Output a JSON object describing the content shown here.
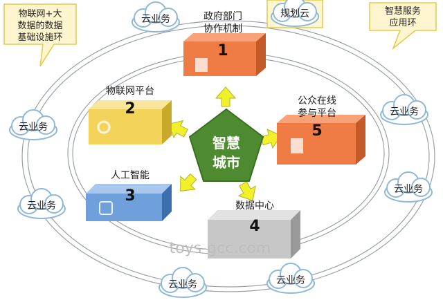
{
  "center": {
    "line1": "智慧",
    "line2": "城市"
  },
  "callouts": {
    "left": {
      "line1": "物联网+大",
      "line2": "数据的数据",
      "line3": "基础设施环"
    },
    "planning": "规划云",
    "right": {
      "line1": "智慧服务",
      "line2": "应用环"
    }
  },
  "cloud_label": "云业务",
  "modules": {
    "gov": {
      "title1": "政府部门",
      "title2": "协作机制",
      "num": "1",
      "color": "#f07c45"
    },
    "iot": {
      "title1": "物联网平台",
      "num": "2",
      "color": "#f4d35a"
    },
    "ai": {
      "title1": "人工智能",
      "num": "3",
      "color": "#6fa0dc"
    },
    "data": {
      "title1": "数据中心",
      "num": "4",
      "color": "#c7c7c7"
    },
    "public": {
      "title1": "公众在线",
      "title2": "参与平台",
      "num": "5",
      "color": "#f07c45"
    }
  },
  "colors": {
    "center": "#4e8a2f",
    "arrow": "#f2f02a",
    "ring": "#9aa0a6"
  },
  "watermark": "toys-gcc.com"
}
